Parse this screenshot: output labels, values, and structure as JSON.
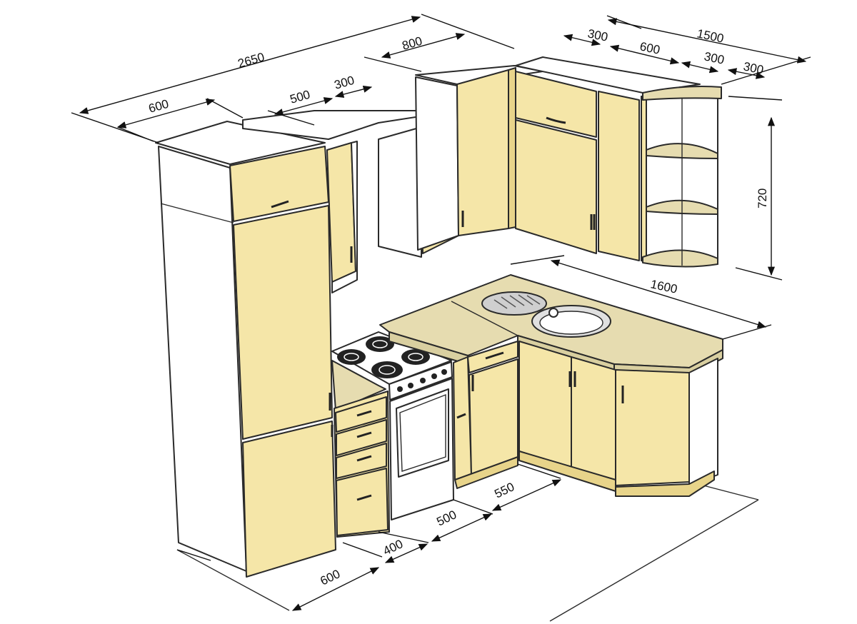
{
  "colors": {
    "cabinet": "#f5e6a8",
    "cabinet_shade": "#e8d48a",
    "side": "#ffffff",
    "countertop": "#e6dcb0",
    "countertop_edge": "#d9cfa0",
    "line": "#2a2a2a",
    "dim_line": "#111111"
  },
  "dimensions": {
    "top_total": "2650",
    "top_left_depth": "600",
    "top_upper_500": "500",
    "top_upper_300": "300",
    "top_upper_800": "800",
    "right_total": "1500",
    "right_300_a": "300",
    "right_600": "600",
    "right_300_b": "300",
    "right_300_c": "300",
    "height_720": "720",
    "counter_1600": "1600",
    "bottom_600": "600",
    "bottom_400": "400",
    "bottom_500": "500",
    "bottom_550": "550"
  }
}
